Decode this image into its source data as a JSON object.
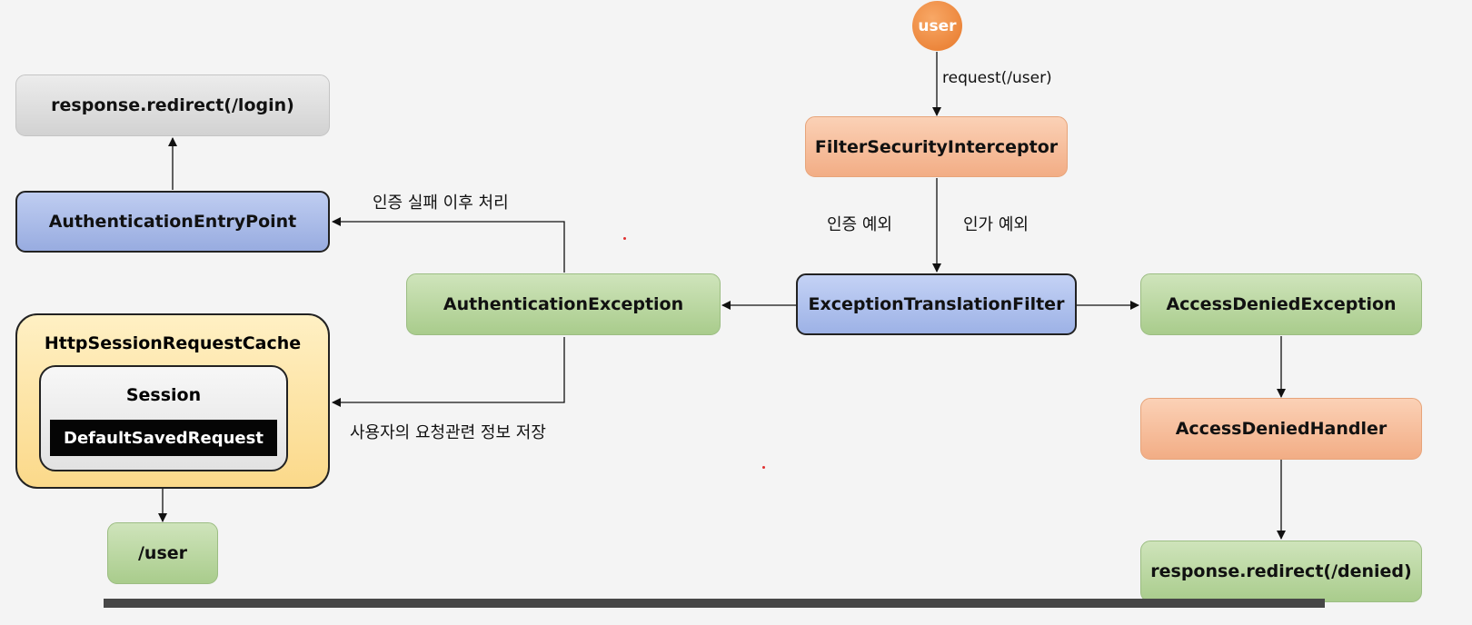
{
  "nodes": {
    "user": "user",
    "redirect_login": "response.redirect(/login)",
    "entry_point": "AuthenticationEntryPoint",
    "auth_exception": "AuthenticationException",
    "request_cache": "HttpSessionRequestCache",
    "session": "Session",
    "saved_request": "DefaultSavedRequest",
    "user_path": "/user",
    "filter_security_interceptor": "FilterSecurityInterceptor",
    "exception_translation_filter": "ExceptionTranslationFilter",
    "access_denied_exception": "AccessDeniedException",
    "access_denied_handler": "AccessDeniedHandler",
    "redirect_denied": "response.redirect(/denied)"
  },
  "edge_labels": {
    "request": "request(/user)",
    "auth_exception_label": "인증 예외",
    "authz_exception_label": "인가 예외",
    "after_auth_failure": "인증 실패 이후 처리",
    "save_request_info": "사용자의 요청관련 정보 저장"
  },
  "colors": {
    "gray": "#d9d9d9",
    "blue": "#a9bbe8",
    "green": "#b8d79e",
    "orange": "#f6bd9b",
    "cache": "#fde4a3",
    "user": "#ee8838"
  }
}
